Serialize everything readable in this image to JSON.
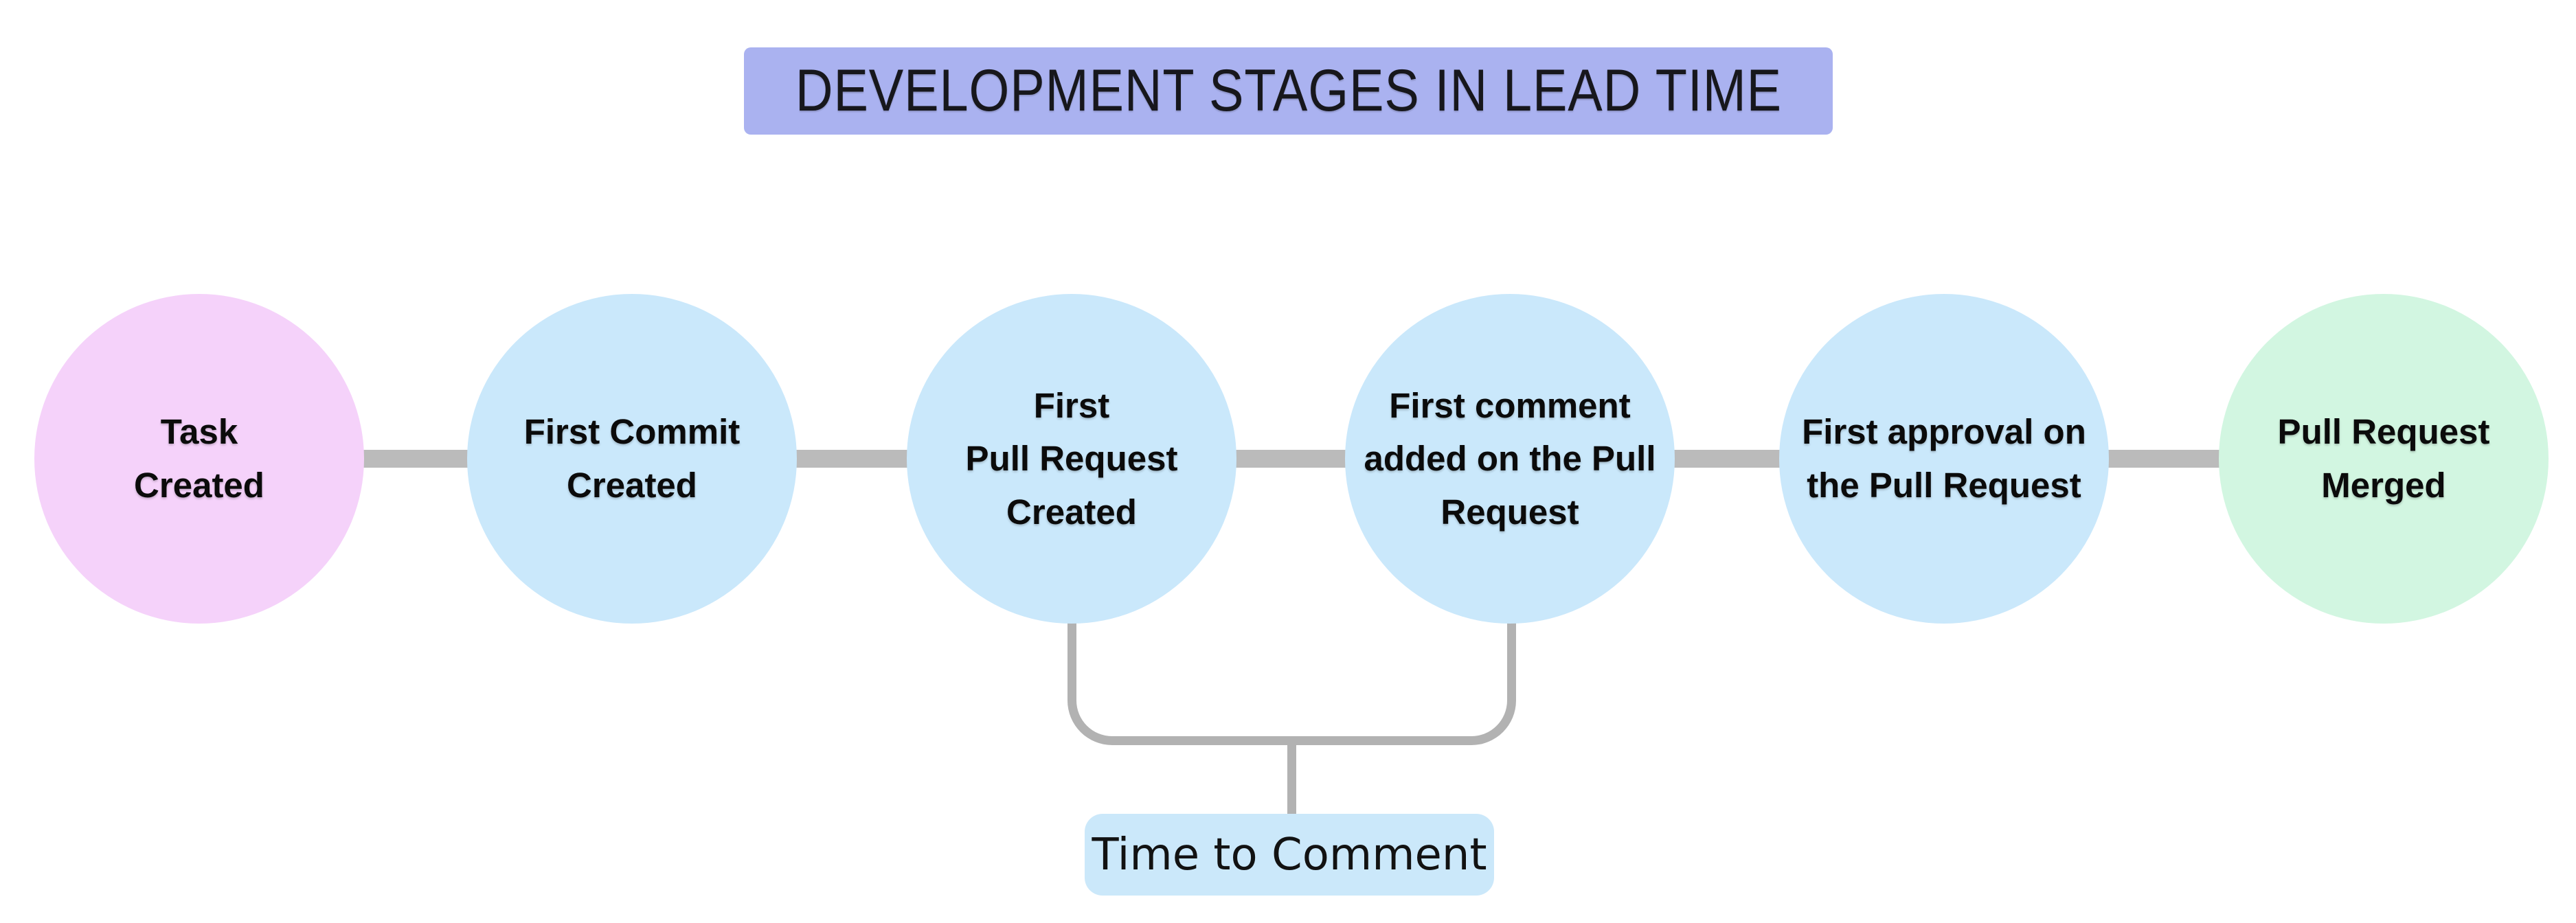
{
  "title": {
    "text": "DEVELOPMENT STAGES IN LEAD TIME",
    "bg": "#AAB2F0"
  },
  "stages": [
    {
      "id": "task-created",
      "label": "Task\nCreated",
      "color": "#F5D2FA"
    },
    {
      "id": "first-commit-created",
      "label": "First Commit\nCreated",
      "color": "#CAE8FB"
    },
    {
      "id": "first-pull-request-created",
      "label": "First\nPull Request\nCreated",
      "color": "#CAE8FB"
    },
    {
      "id": "first-comment-added",
      "label": "First comment\nadded on the Pull\nRequest",
      "color": "#CAE8FB"
    },
    {
      "id": "first-approval",
      "label": "First approval on\nthe Pull Request",
      "color": "#CAE8FB"
    },
    {
      "id": "pull-request-merged",
      "label": "Pull Request\nMerged",
      "color": "#D2F6E1"
    }
  ],
  "annotation": {
    "label": "Time to Comment",
    "bg": "#CBE8FA",
    "spans_stages": [
      "first-pull-request-created",
      "first-comment-added"
    ]
  },
  "colors": {
    "background": "#FFFFFF",
    "connector": "#BBBBBB",
    "bracket": "#B2B2B2",
    "text": "#0B0B0B"
  }
}
